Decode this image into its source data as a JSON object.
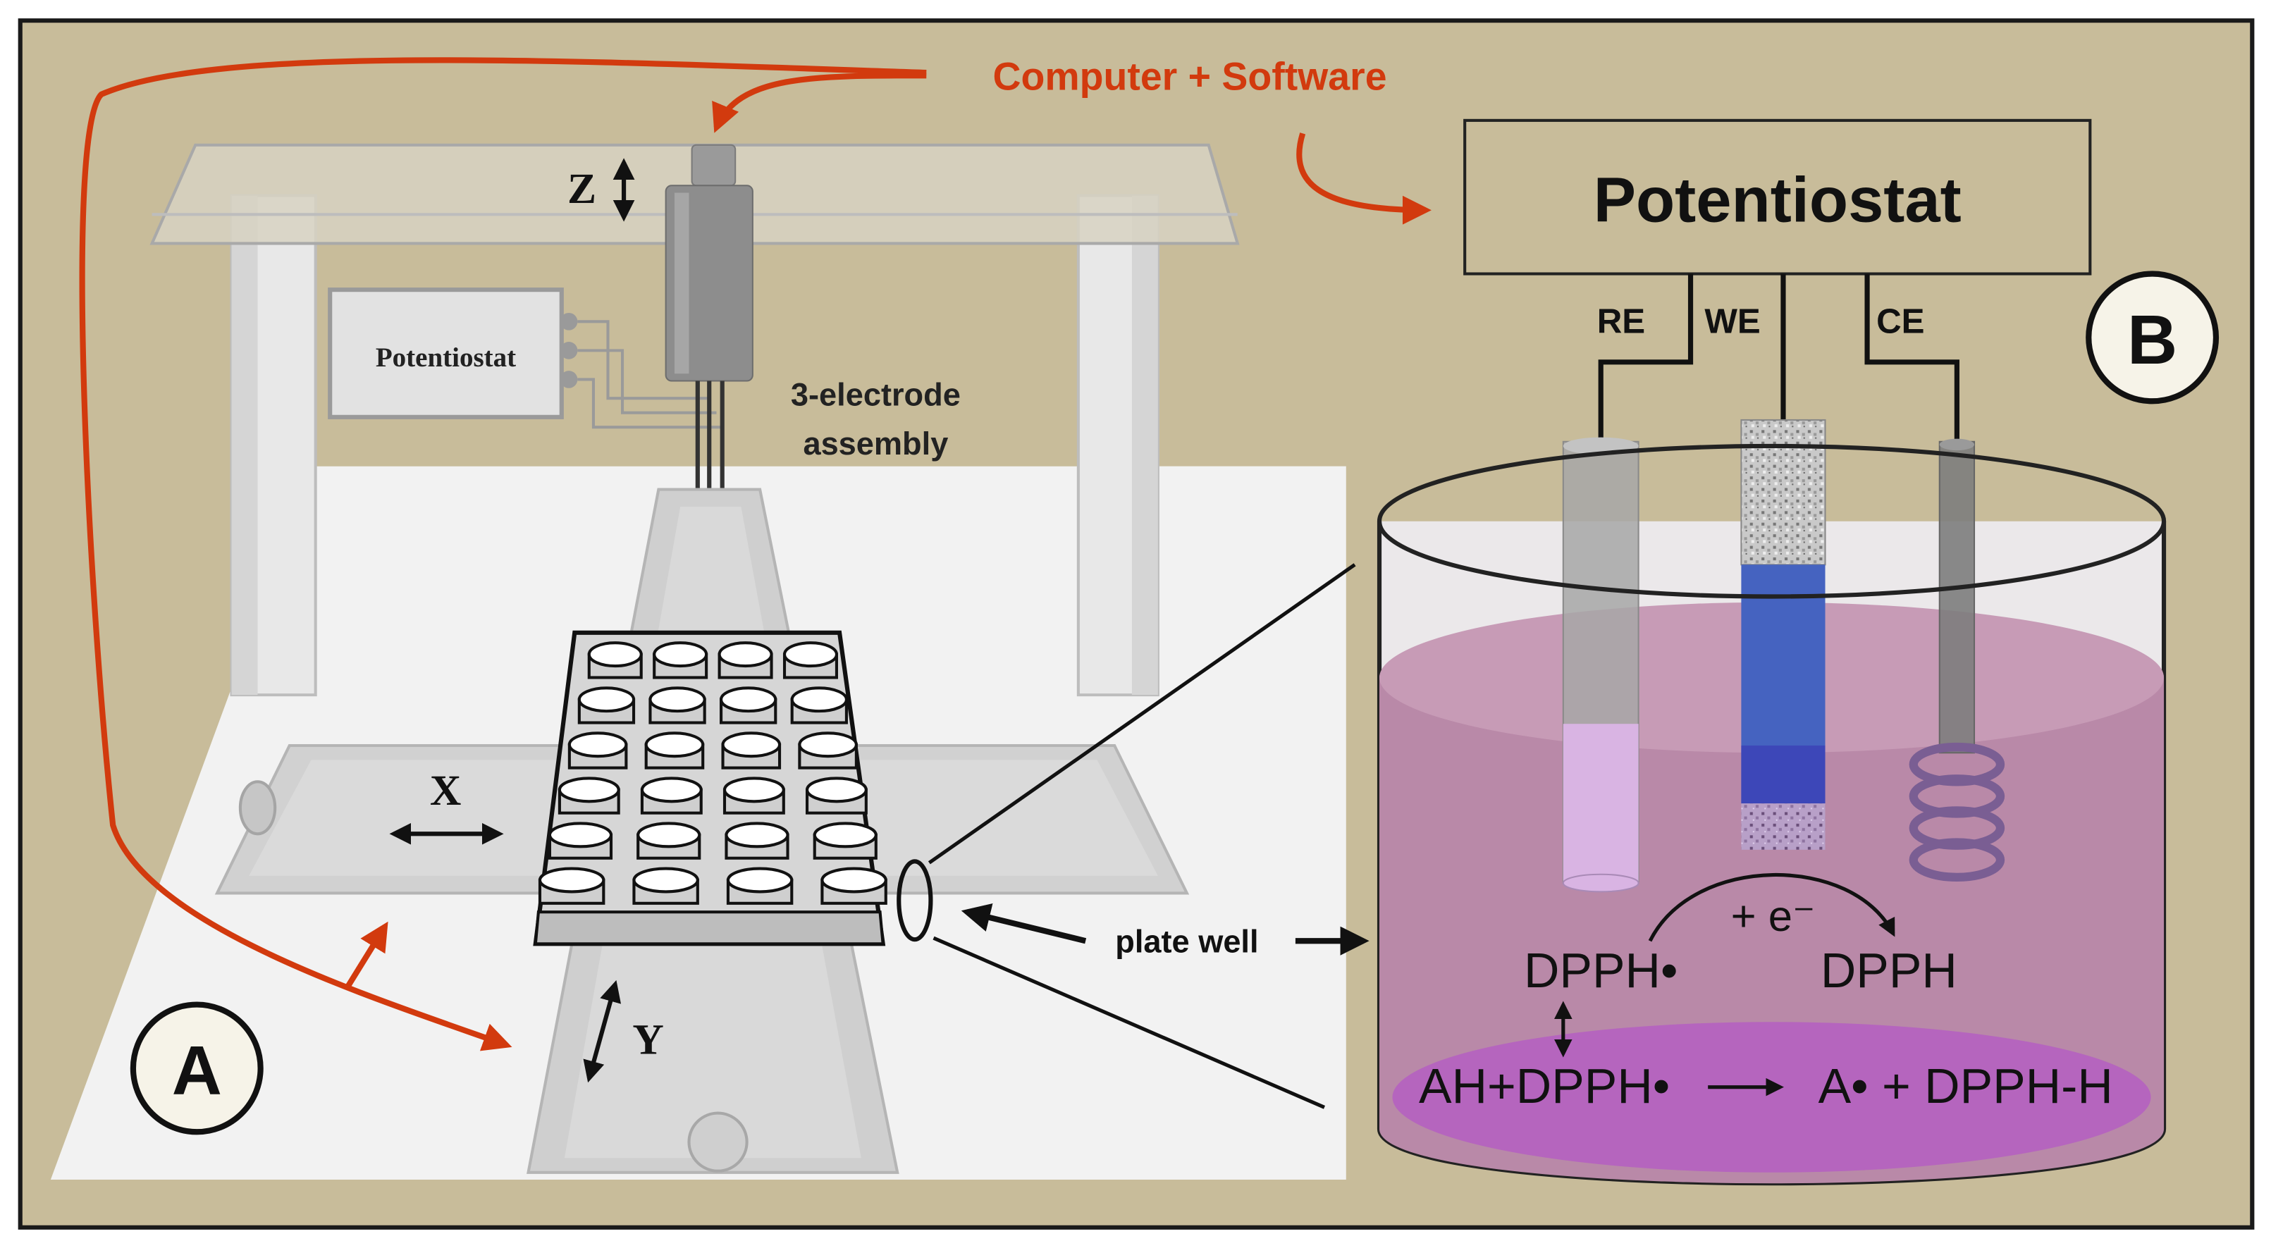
{
  "labels": {
    "computer_software": "Computer + Software",
    "potentiostat_main": "Potentiostat",
    "potentiostat_small": "Potentiostat",
    "re": "RE",
    "we": "WE",
    "ce": "CE",
    "panel_a": "A",
    "panel_b": "B",
    "three_electrode_line1": "3-electrode",
    "three_electrode_line2": "assembly",
    "plate_well": "plate well",
    "axis_x": "X",
    "axis_y": "Y",
    "axis_z": "Z",
    "electron": "+ e⁻",
    "dpph_radical": "DPPH•",
    "dpph": "DPPH",
    "reaction_left": "AH+DPPH•",
    "reaction_right": "A• + DPPH-H"
  },
  "colors": {
    "background": "#c8bc9a",
    "red_arrow": "#d23a0e",
    "solution": "#b989a8",
    "solution_bottom": "#b565be",
    "working_electrode": "#4563c0",
    "gray_rod": "#8a8a8a"
  }
}
